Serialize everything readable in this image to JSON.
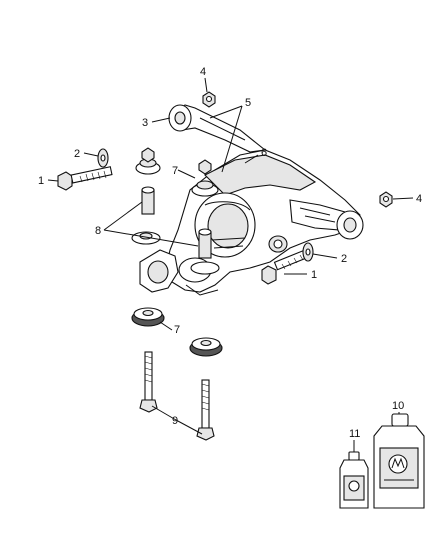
{
  "diagram": {
    "callouts": [
      {
        "id": "c1a",
        "label": "1"
      },
      {
        "id": "c1b",
        "label": "1"
      },
      {
        "id": "c2a",
        "label": "2"
      },
      {
        "id": "c2b",
        "label": "2"
      },
      {
        "id": "c3",
        "label": "3"
      },
      {
        "id": "c4a",
        "label": "4"
      },
      {
        "id": "c4b",
        "label": "4"
      },
      {
        "id": "c5",
        "label": "5"
      },
      {
        "id": "c6",
        "label": "6"
      },
      {
        "id": "c7a",
        "label": "7"
      },
      {
        "id": "c7b",
        "label": "7"
      },
      {
        "id": "c8",
        "label": "8"
      },
      {
        "id": "c9",
        "label": "9"
      },
      {
        "id": "c10",
        "label": "10"
      },
      {
        "id": "c11",
        "label": "11"
      }
    ]
  }
}
